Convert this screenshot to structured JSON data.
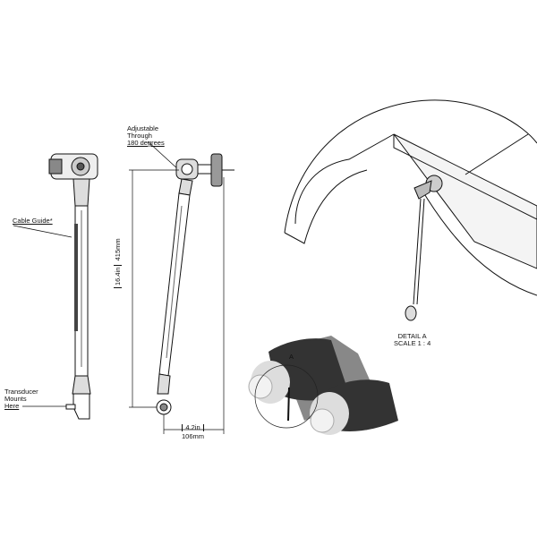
{
  "callouts": {
    "adjustable": [
      "Adjustable",
      "Through",
      "180 degrees"
    ],
    "cable_guide": "Cable Guide*",
    "transducer": [
      "Transducer",
      "Mounts",
      "Here"
    ]
  },
  "dimensions": {
    "height_in": "16.4in",
    "height_mm": "415mm",
    "width_in": "4.2in",
    "width_mm": "106mm"
  },
  "detail": {
    "marker": "A",
    "title": "DETAIL A",
    "scale": "SCALE 1 : 4"
  }
}
